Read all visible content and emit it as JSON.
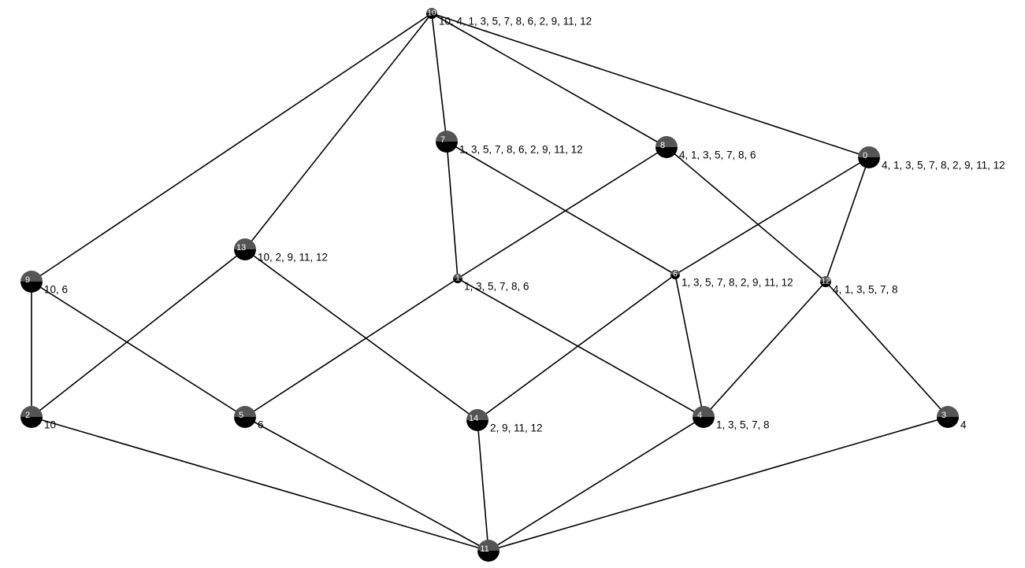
{
  "diagram": {
    "type": "concept-lattice",
    "colors": {
      "node_top": "#555555",
      "node_bottom": "#000000",
      "edge": "#000000",
      "id_text": "#ffffff"
    },
    "nodes": [
      {
        "id": "10",
        "label": "10, 4, 1, 3, 5, 7, 8, 6, 2, 9, 11, 12"
      },
      {
        "id": "7",
        "label": "1, 3, 5, 7, 8, 6, 2, 9, 11, 12"
      },
      {
        "id": "8",
        "label": "4, 1, 3, 5, 7, 8, 6"
      },
      {
        "id": "0",
        "label": "4, 1, 3, 5, 7, 8, 2, 9, 11, 12"
      },
      {
        "id": "13",
        "label": "10, 2, 9, 11, 12"
      },
      {
        "id": "9",
        "label": "10, 6"
      },
      {
        "id": "1",
        "label": "1, 3, 5, 7, 8, 6"
      },
      {
        "id": "6",
        "label": "1, 3, 5, 7, 8, 2, 9, 11, 12"
      },
      {
        "id": "12",
        "label": "4, 1, 3, 5, 7, 8"
      },
      {
        "id": "2",
        "label": "10"
      },
      {
        "id": "5",
        "label": "6"
      },
      {
        "id": "14",
        "label": "2, 9, 11, 12"
      },
      {
        "id": "4",
        "label": "1, 3, 5, 7, 8"
      },
      {
        "id": "3",
        "label": "4"
      },
      {
        "id": "11",
        "label": ""
      }
    ],
    "edges": [
      [
        "10",
        "9"
      ],
      [
        "10",
        "13"
      ],
      [
        "10",
        "7"
      ],
      [
        "10",
        "8"
      ],
      [
        "10",
        "0"
      ],
      [
        "7",
        "1"
      ],
      [
        "7",
        "6"
      ],
      [
        "8",
        "1"
      ],
      [
        "8",
        "12"
      ],
      [
        "0",
        "6"
      ],
      [
        "0",
        "12"
      ],
      [
        "13",
        "2"
      ],
      [
        "13",
        "14"
      ],
      [
        "9",
        "2"
      ],
      [
        "9",
        "5"
      ],
      [
        "1",
        "5"
      ],
      [
        "1",
        "4"
      ],
      [
        "6",
        "14"
      ],
      [
        "6",
        "4"
      ],
      [
        "12",
        "4"
      ],
      [
        "12",
        "3"
      ],
      [
        "2",
        "11"
      ],
      [
        "5",
        "11"
      ],
      [
        "14",
        "11"
      ],
      [
        "4",
        "11"
      ],
      [
        "3",
        "11"
      ]
    ]
  }
}
